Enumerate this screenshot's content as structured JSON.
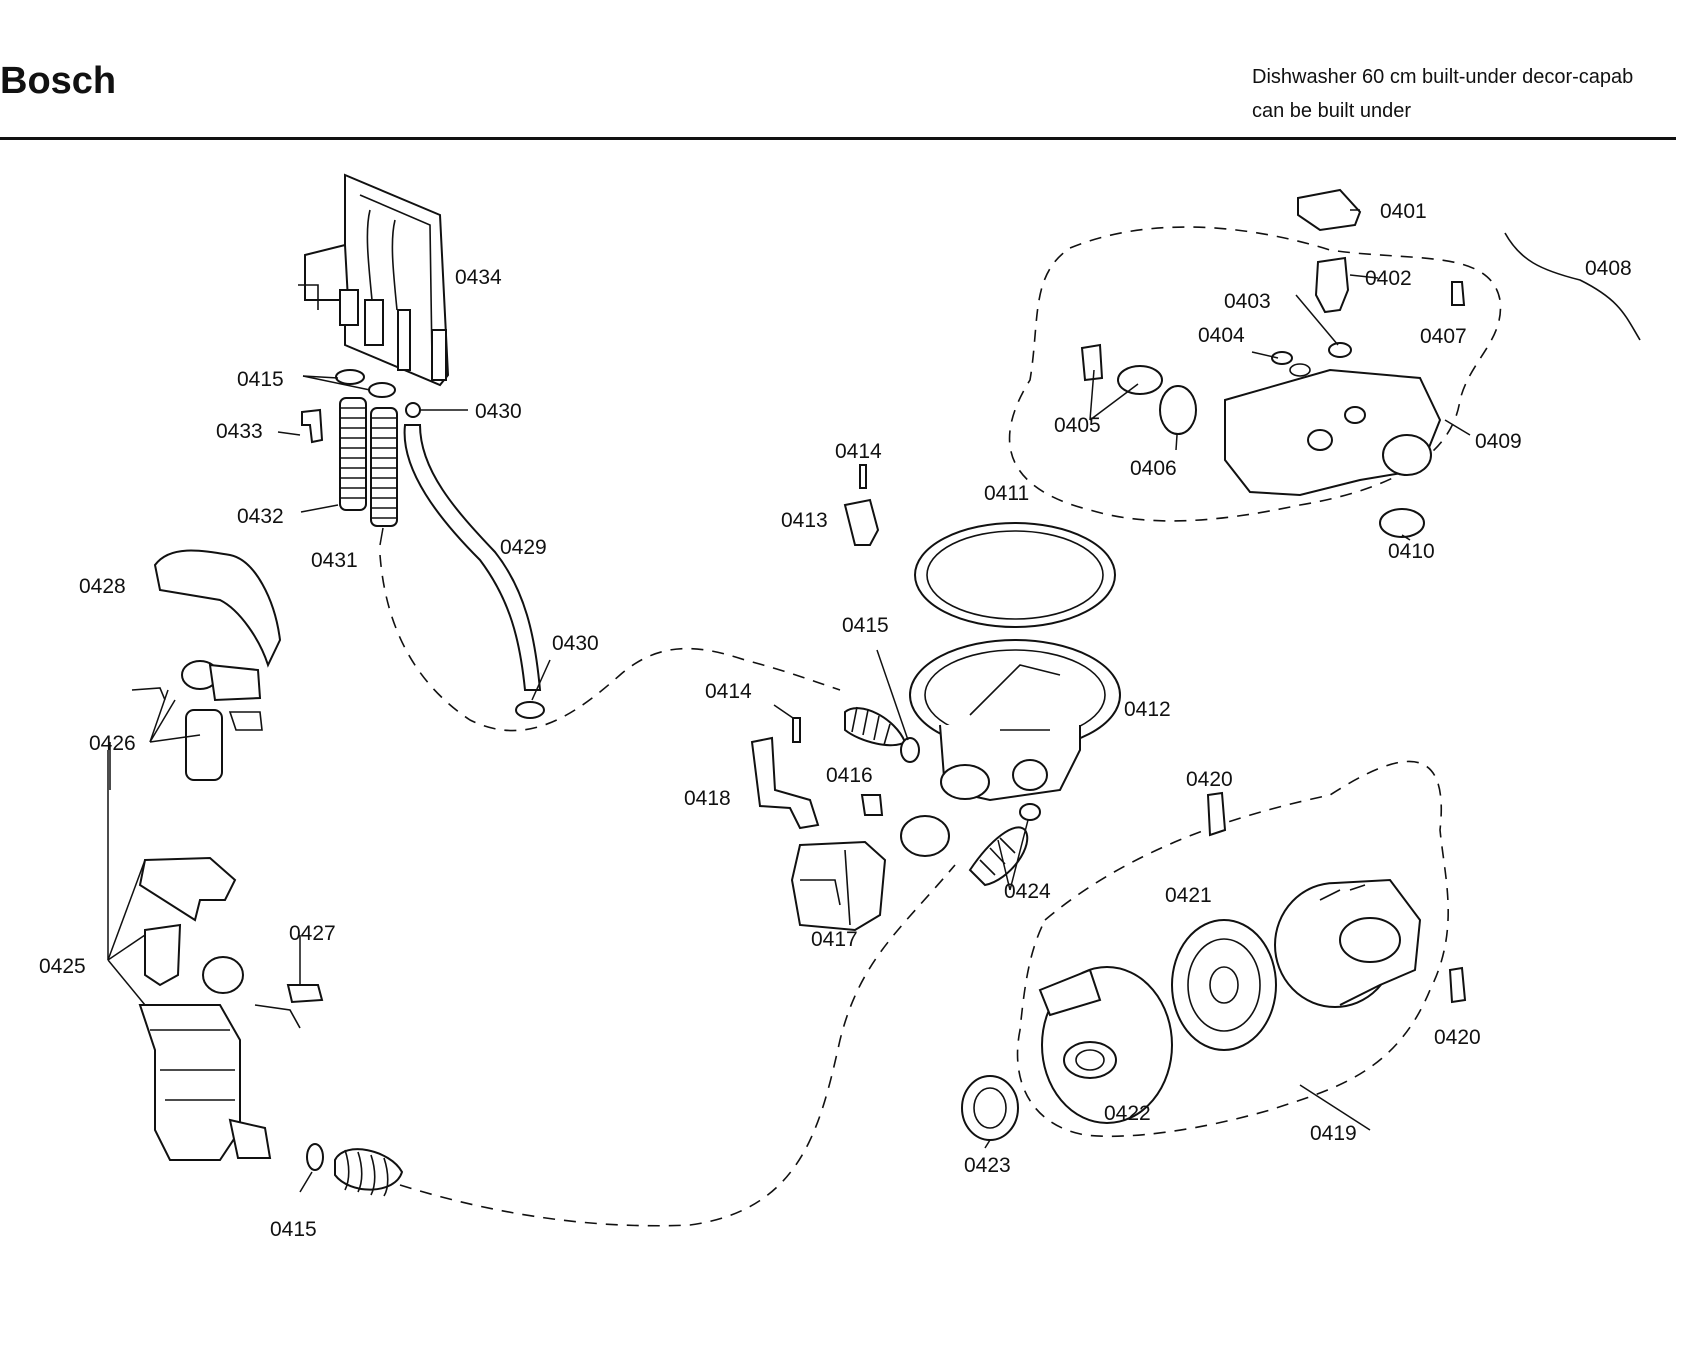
{
  "header": {
    "brand": "Bosch",
    "subtitle_line1": "Dishwasher 60 cm built-under decor-capab",
    "subtitle_line2": "can be built under"
  },
  "part_labels": {
    "p0401": "0401",
    "p0402": "0402",
    "p0403": "0403",
    "p0404": "0404",
    "p0405": "0405",
    "p0406": "0406",
    "p0407": "0407",
    "p0408": "0408",
    "p0409": "0409",
    "p0410": "0410",
    "p0411": "0411",
    "p0412": "0412",
    "p0413": "0413",
    "p0414": "0414",
    "p0415": "0415",
    "p0416": "0416",
    "p0417": "0417",
    "p0418": "0418",
    "p0419": "0419",
    "p0420": "0420",
    "p0421": "0421",
    "p0422": "0422",
    "p0423": "0423",
    "p0424": "0424",
    "p0425": "0425",
    "p0426": "0426",
    "p0427": "0427",
    "p0428": "0428",
    "p0429": "0429",
    "p0430": "0430",
    "p0431": "0431",
    "p0432": "0432",
    "p0433": "0433",
    "p0434": "0434"
  }
}
